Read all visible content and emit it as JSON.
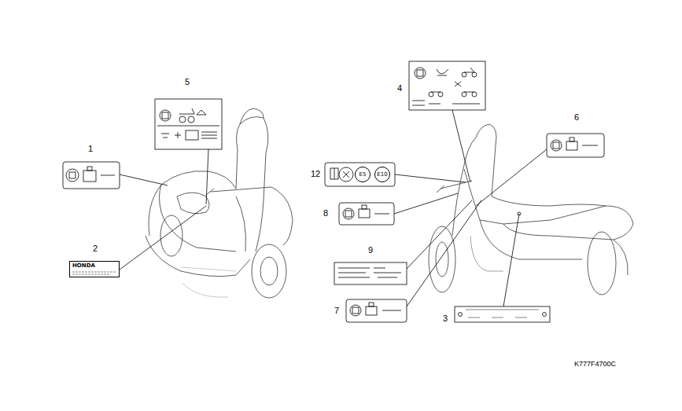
{
  "diagram": {
    "nodes": [
      {
        "text": [
          "HONDA"
        ]
      },
      {
        "text": [
          "E5"
        ]
      },
      {
        "text": [
          "E10"
        ]
      }
    ],
    "labels": [
      "1",
      "2",
      "3",
      "4",
      "5",
      "6",
      "7",
      "8",
      "9",
      "12",
      "K777F4700C"
    ]
  }
}
